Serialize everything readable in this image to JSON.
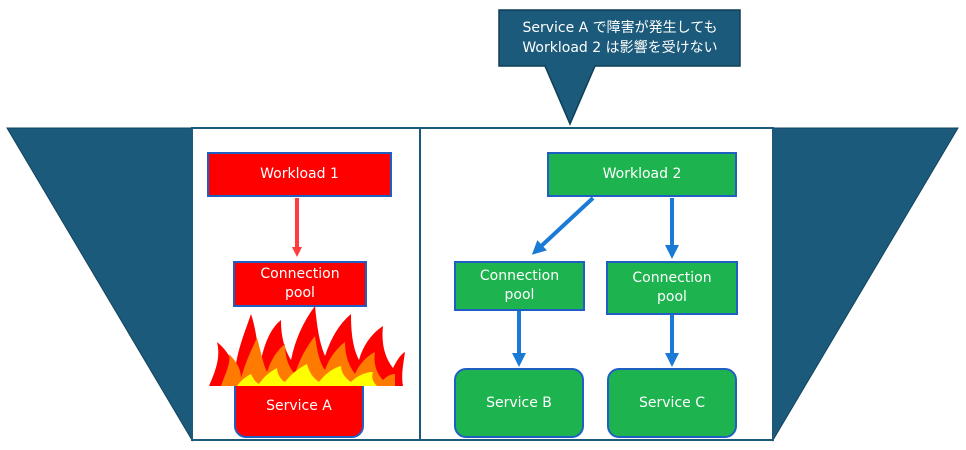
{
  "callout": {
    "line1": "Service A で障害が発生しても",
    "line2": "Workload 2 は影響を受けない"
  },
  "left_panel": {
    "workload": "Workload 1",
    "pool": "Connection\npool",
    "service": "Service A",
    "status": "failure"
  },
  "right_panel": {
    "workload": "Workload 2",
    "pool_b": "Connection\npool",
    "pool_c": "Connection\npool",
    "service_b": "Service B",
    "service_c": "Service C"
  },
  "colors": {
    "dark_teal": "#1b5a7a",
    "failed": "#ff0000",
    "healthy": "#1db34f",
    "arrow_blue": "#1a7ad6",
    "border_blue": "#1f5fc4",
    "flame_orange": "#ff7a00",
    "flame_yellow": "#ffff00"
  }
}
